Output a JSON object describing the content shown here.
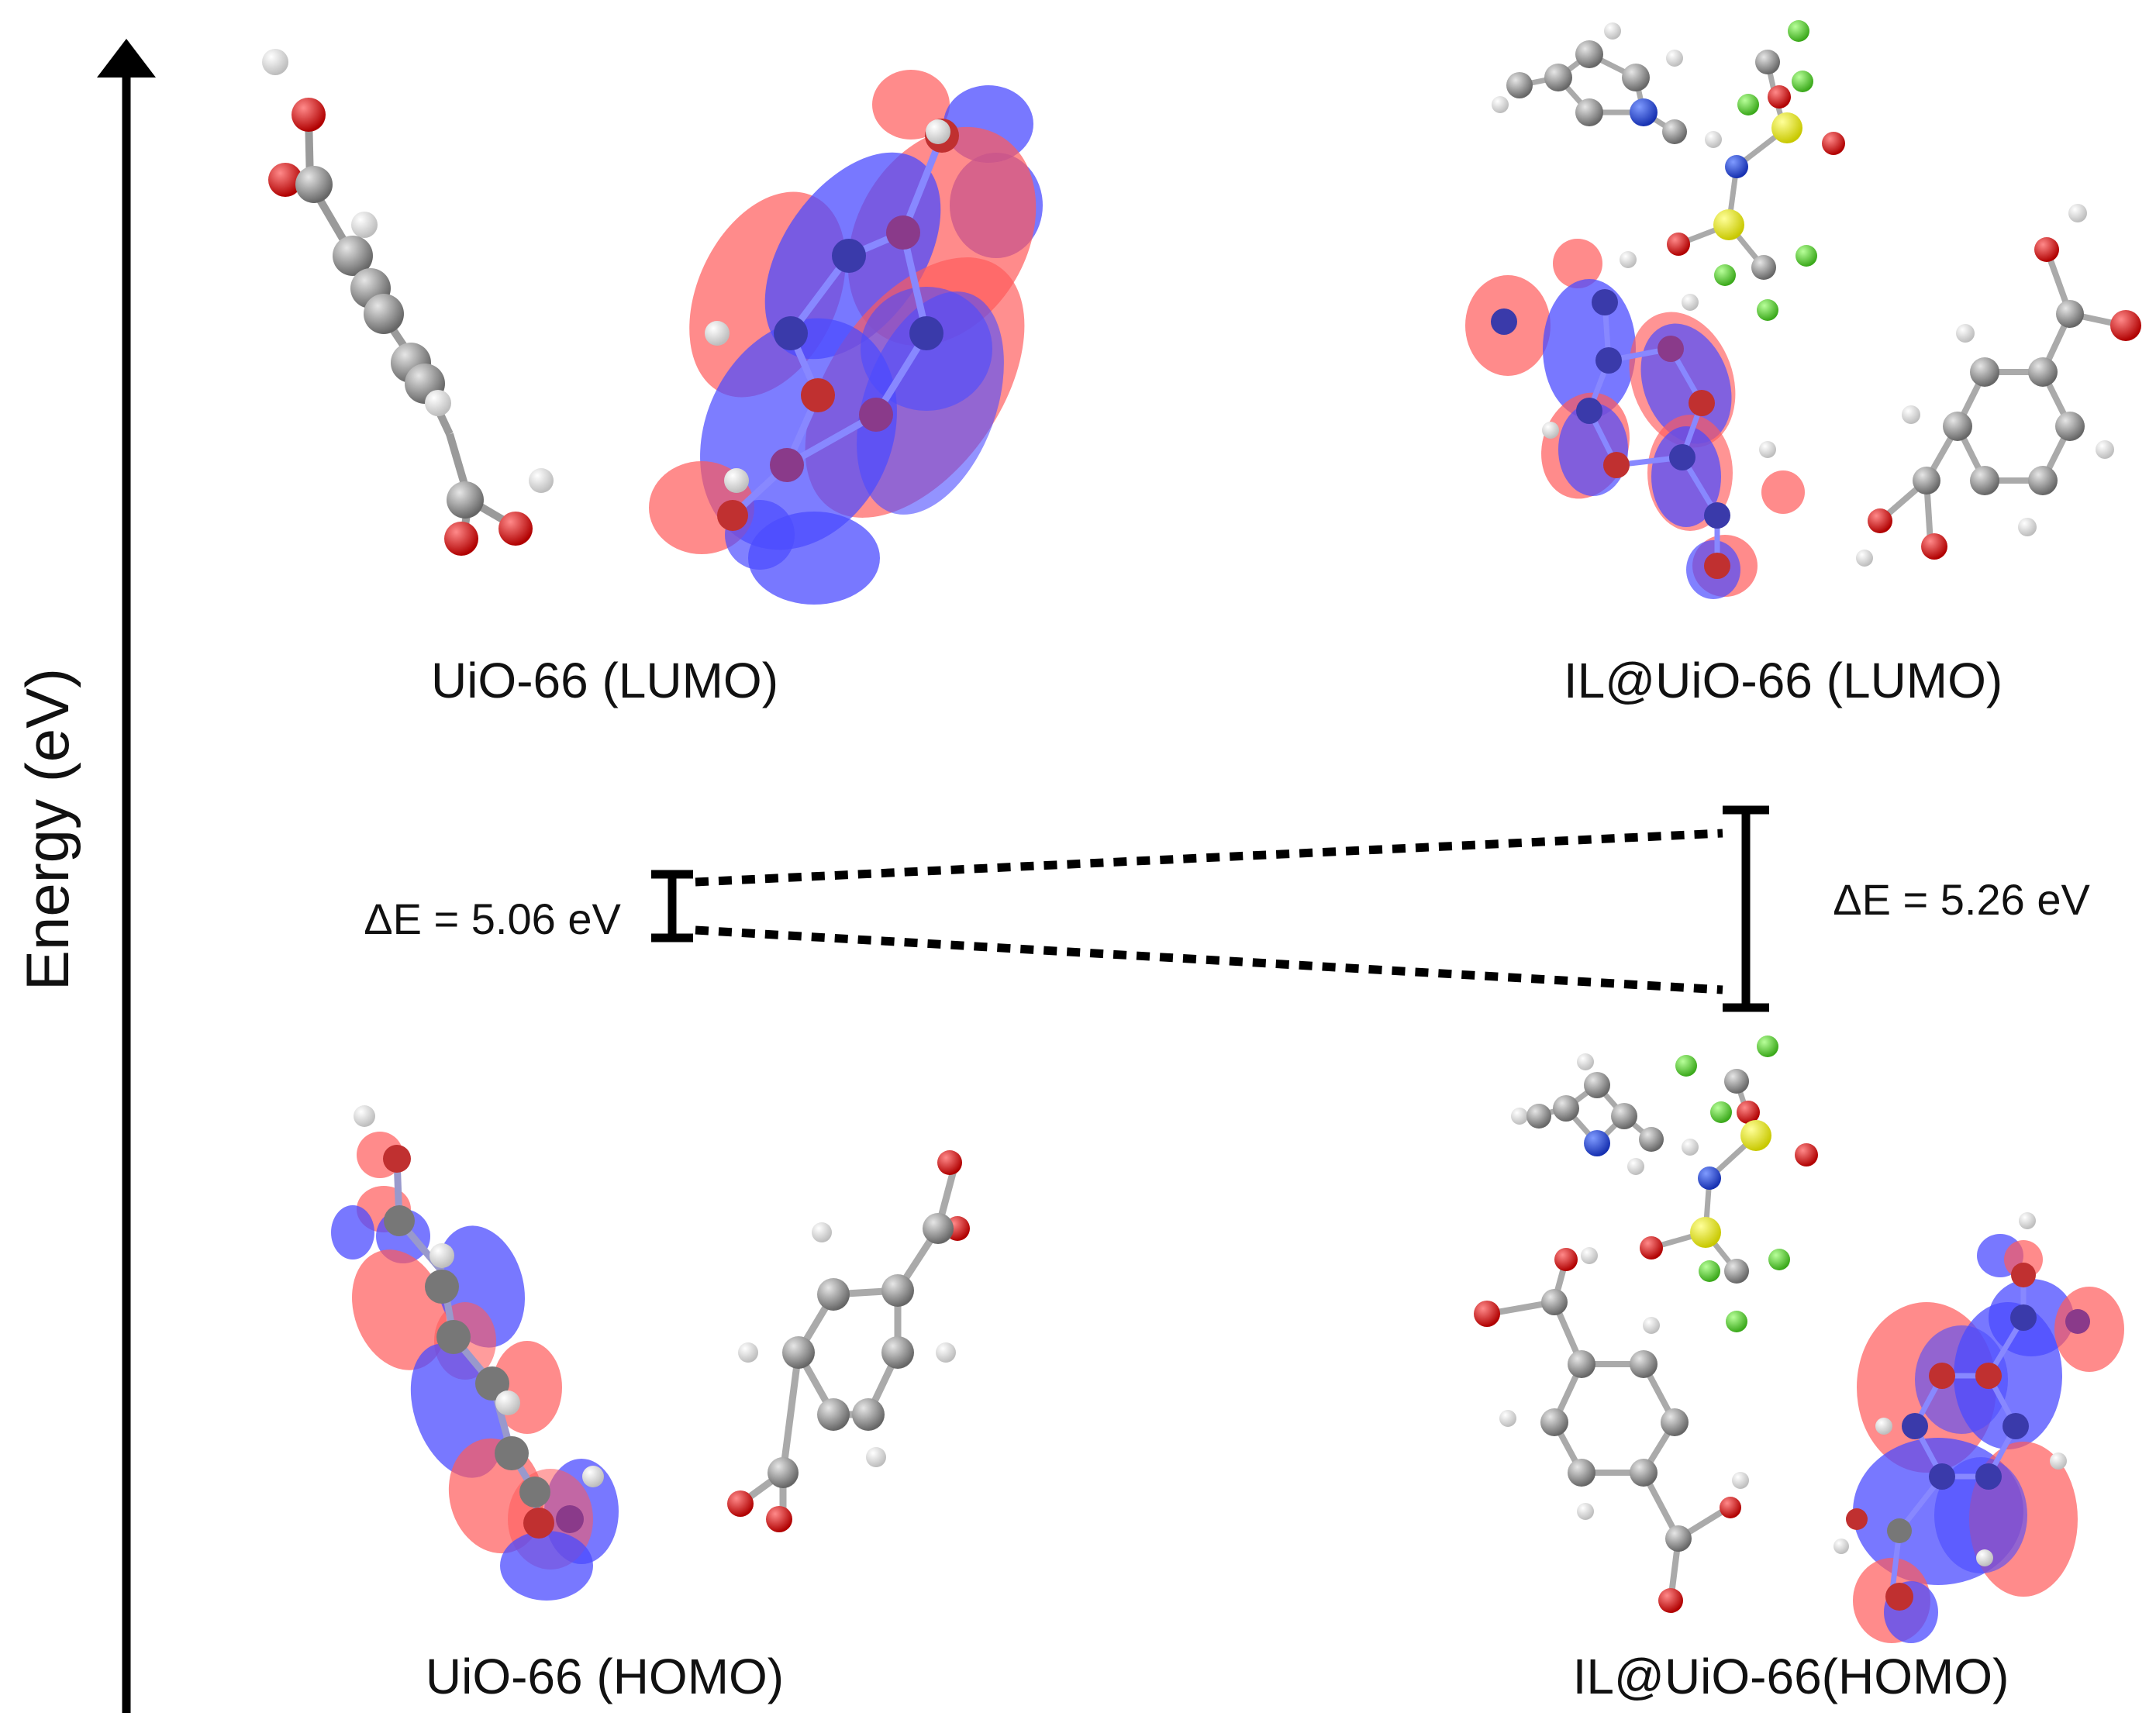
{
  "axis": {
    "label": "Energy (eV)"
  },
  "panels": {
    "uio66_lumo": {
      "label": "UiO-66 (LUMO)"
    },
    "il_uio66_lumo": {
      "label": "IL@UiO-66 (LUMO)"
    },
    "uio66_homo": {
      "label": "UiO-66 (HOMO)"
    },
    "il_uio66_homo": {
      "label": "IL@UiO-66(HOMO)"
    }
  },
  "gaps": {
    "uio66": {
      "label": "ΔE = 5.06 eV",
      "value_ev": 5.06
    },
    "il_uio66": {
      "label": "ΔE = 5.26 eV",
      "value_ev": 5.26
    }
  },
  "colors": {
    "orbital_positive": "#ff5a5a",
    "orbital_negative": "#4b4bff",
    "carbon": "#8a8a8a",
    "oxygen": "#e00000",
    "hydrogen": "#f2f2f2",
    "nitrogen": "#1f3fd6",
    "sulfur": "#e6e600",
    "fluorine": "#55dd33"
  }
}
